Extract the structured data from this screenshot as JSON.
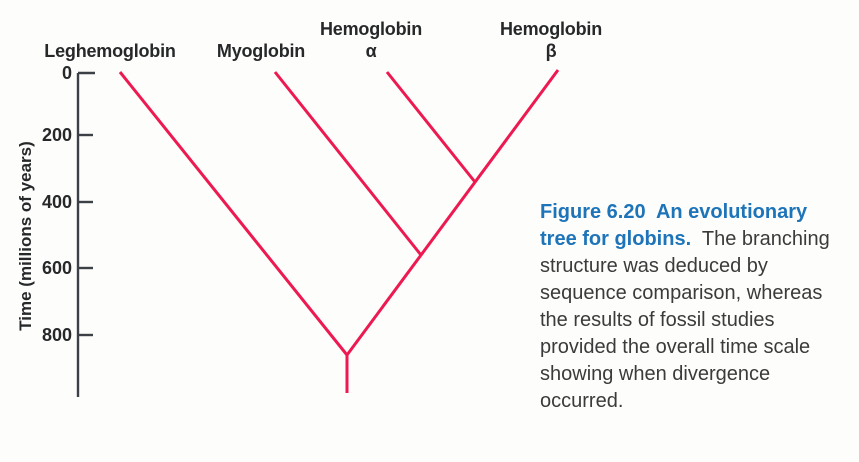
{
  "figure": {
    "leaves": [
      {
        "label": "Leghemoglobin",
        "sub": ""
      },
      {
        "label": "Myoglobin",
        "sub": ""
      },
      {
        "label": "Hemoglobin",
        "sub": "α"
      },
      {
        "label": "Hemoglobin",
        "sub": "β"
      }
    ],
    "axis": {
      "title": "Time (millions of years)",
      "ticks": [
        "0",
        "200",
        "400",
        "600",
        "800"
      ]
    },
    "caption": {
      "heading_line1": "Figure 6.20  An evolutionary",
      "heading_line2": "tree for globins.",
      "body_line2": "  The branching",
      "body_lines": [
        "structure was deduced by",
        "sequence comparison, whereas",
        "the results of fossil studies",
        "provided the overall time scale",
        "showing when divergence",
        "occurred."
      ]
    },
    "colors": {
      "branch_crimson": "#ed1a52",
      "axis_dark": "#3c4147",
      "caption_heading_blue": "#1e74b8",
      "caption_body_gray": "#3b3b3b"
    },
    "tree_data": {
      "type": "phylogenetic-tree",
      "time_axis_label": "Time (millions of years)",
      "time_axis_ticks_mya": [
        0,
        200,
        400,
        600,
        800
      ],
      "leaves": [
        "Leghemoglobin",
        "Myoglobin",
        "Hemoglobin α",
        "Hemoglobin β"
      ],
      "divergences_estimated_mya": [
        {
          "split": "Leghemoglobin vs other globins (root)",
          "time_mya": 860
        },
        {
          "split": "Myoglobin vs hemoglobin lineage",
          "time_mya": 555
        },
        {
          "split": "Hemoglobin α vs Hemoglobin β",
          "time_mya": 333
        }
      ]
    }
  }
}
